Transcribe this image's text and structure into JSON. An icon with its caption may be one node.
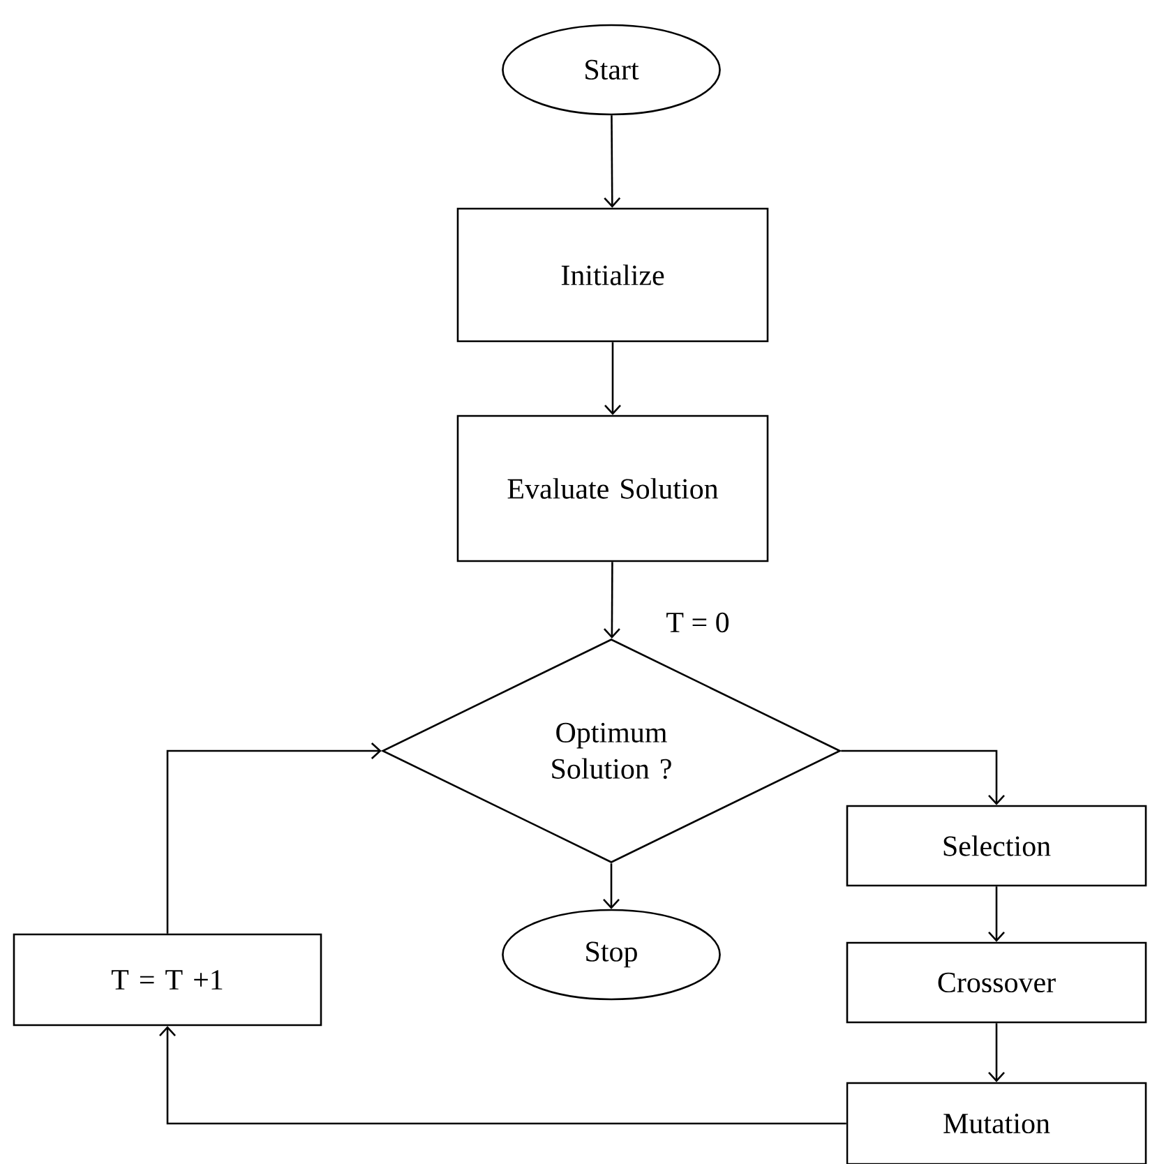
{
  "diagram": {
    "nodes": [
      {
        "text": [
          "Start"
        ]
      },
      {
        "text": [
          "Initialize"
        ]
      },
      {
        "text": [
          "Evaluate Solution"
        ]
      },
      {
        "text": [
          "Optimum Solution ?"
        ]
      },
      {
        "text": [
          "Selection"
        ]
      },
      {
        "text": [
          "T = T +1"
        ]
      },
      {
        "text": [
          "Stop"
        ]
      },
      {
        "text": [
          "Crossover"
        ]
      },
      {
        "text": [
          "Mutation"
        ]
      }
    ],
    "edges": [
      {
        "from": 0,
        "to": 1,
        "arrow": "to"
      },
      {
        "from": 1,
        "to": 2,
        "arrow": "to"
      },
      {
        "from": 2,
        "to": 3,
        "arrow": "to"
      },
      {
        "from": 3,
        "to": 6,
        "arrow": "to"
      },
      {
        "from": 3,
        "to": 4,
        "arrow": "to"
      },
      {
        "from": 4,
        "to": 7,
        "arrow": "to"
      },
      {
        "from": 7,
        "to": 8,
        "arrow": "to"
      },
      {
        "from": 8,
        "to": 5,
        "arrow": "to"
      },
      {
        "from": 5,
        "to": 3,
        "arrow": "to"
      }
    ],
    "labels": [
      "T = 0"
    ]
  }
}
